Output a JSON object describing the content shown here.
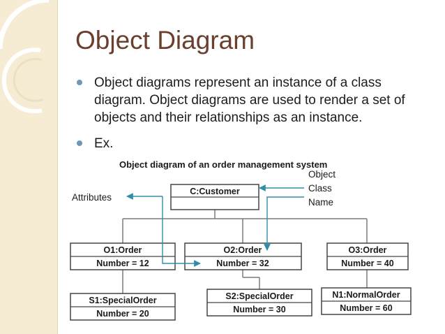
{
  "slide": {
    "title": "Object Diagram",
    "bullets": [
      "Object diagrams represent an instance of a class diagram. Object diagrams are used to render a set of objects and their relationships as an instance.",
      "Ex."
    ],
    "colors": {
      "title": "#6b3f2d",
      "band": "#f6ecd3",
      "bullet": "#6e97b8",
      "arrow": "#2f8ea6"
    }
  },
  "diagram": {
    "title": "Object diagram of an order management system",
    "customer": {
      "name": "C:Customer"
    },
    "orders": [
      {
        "name": "O1:Order",
        "attribute": "Number = 12"
      },
      {
        "name": "O2:Order",
        "attribute": "Number = 32"
      },
      {
        "name": "O3:Order",
        "attribute": "Number = 40"
      }
    ],
    "details": [
      {
        "name": "S1:SpecialOrder",
        "attribute": "Number = 20"
      },
      {
        "name": "S2:SpecialOrder",
        "attribute": "Number = 30"
      },
      {
        "name": "N1:NormalOrder",
        "attribute": "Number = 60"
      }
    ],
    "annotations": {
      "attributes": "Attributes",
      "object_class_name": [
        "Object",
        "Class",
        "Name"
      ]
    }
  }
}
